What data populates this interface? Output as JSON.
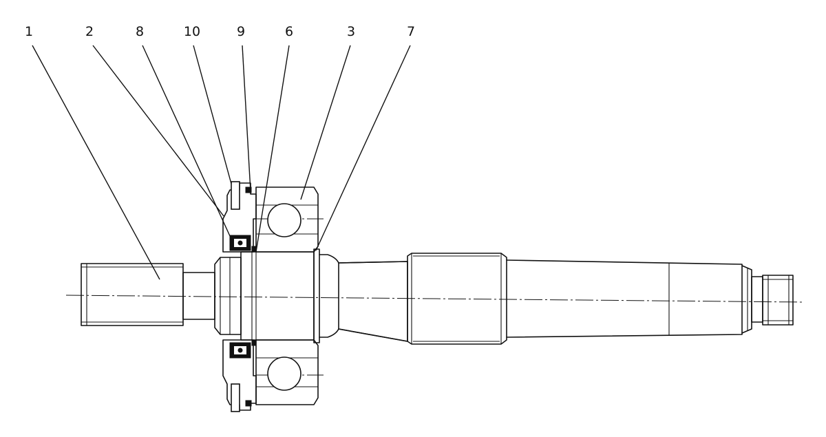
{
  "callouts": [
    {
      "id": "1",
      "label": "1"
    },
    {
      "id": "2",
      "label": "2"
    },
    {
      "id": "8",
      "label": "8"
    },
    {
      "id": "10",
      "label": "10"
    },
    {
      "id": "9",
      "label": "9"
    },
    {
      "id": "6",
      "label": "6"
    },
    {
      "id": "3",
      "label": "3"
    },
    {
      "id": "7",
      "label": "7"
    }
  ]
}
